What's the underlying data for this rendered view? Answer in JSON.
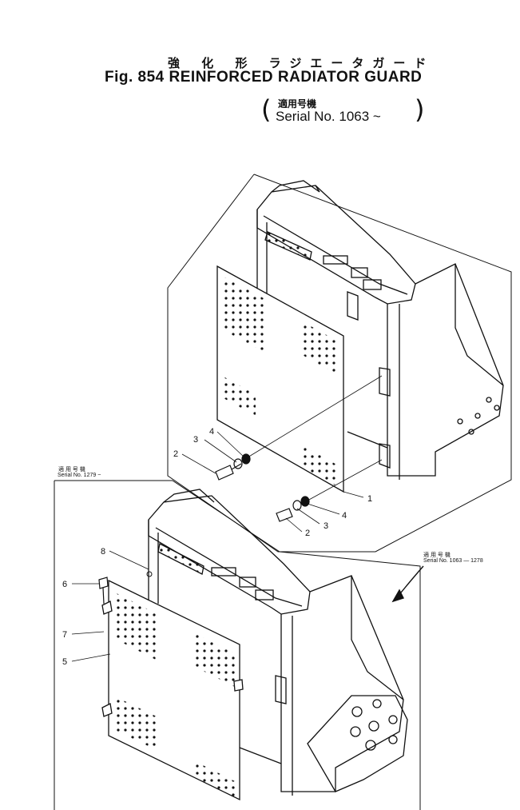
{
  "header": {
    "jp_title": "強 化 形 ラジエータガード",
    "fig_title": "Fig. 854  REINFORCED RADIATOR GUARD",
    "serial_jp": "適用号機",
    "serial": "Serial No. 1063 ~"
  },
  "upper_assembly": {
    "callouts": [
      "1",
      "2",
      "3",
      "4",
      "2",
      "3",
      "4"
    ]
  },
  "lower_assembly": {
    "serial_jp": "適 用 号 機",
    "serial": "Serial No. 1279 ~",
    "callouts": [
      "8",
      "6",
      "7",
      "5"
    ]
  },
  "cross_reference": {
    "serial_jp": "適 用 号 機",
    "serial": "Serial No. 1063 — 1278"
  }
}
